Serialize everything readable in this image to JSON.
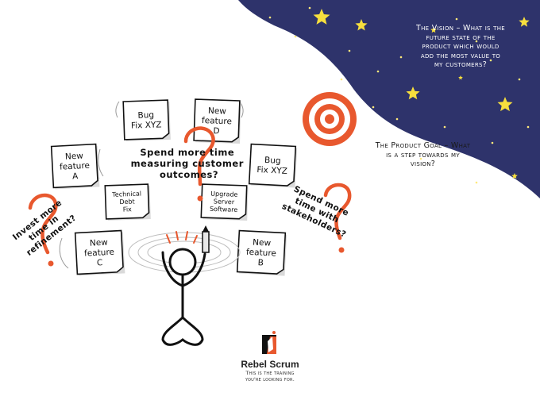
{
  "vision": {
    "lines": [
      "The Vision – What is the",
      "future state of the",
      "product which would",
      "add the most value to",
      "my customers?"
    ]
  },
  "product_goal": {
    "lines": [
      "The Product Goal – What",
      "is a step towards my",
      "vision?"
    ]
  },
  "notes": [
    {
      "id": "bug-fix-1",
      "lines": [
        "Bug",
        "Fix XYZ"
      ]
    },
    {
      "id": "new-feature-d",
      "lines": [
        "New",
        "feature",
        "D"
      ]
    },
    {
      "id": "new-feature-a",
      "lines": [
        "New",
        "feature",
        "A"
      ]
    },
    {
      "id": "bug-fix-2",
      "lines": [
        "Bug",
        "Fix XYZ"
      ]
    },
    {
      "id": "technical-debt",
      "lines": [
        "Technical",
        "Debt",
        "Fix"
      ]
    },
    {
      "id": "upgrade-server",
      "lines": [
        "Upgrade",
        "Server",
        "Software"
      ]
    },
    {
      "id": "new-feature-c",
      "lines": [
        "New",
        "feature",
        "C"
      ]
    },
    {
      "id": "new-feature-b",
      "lines": [
        "New",
        "feature",
        "B"
      ]
    }
  ],
  "questions": {
    "center": [
      "Spend more time",
      "measuring customer",
      "outcomes?"
    ],
    "left": [
      "Invest more",
      "time in",
      "refinement?"
    ],
    "right": [
      "Spend more",
      "time with",
      "stakeholders?"
    ]
  },
  "logo": {
    "name": "Rebel Scrum",
    "tagline": [
      "This is the training",
      "you're looking for."
    ]
  },
  "colors": {
    "sky": "#2e336b",
    "star": "#f7df3d",
    "accent": "#e8582e",
    "ink": "#111111"
  }
}
